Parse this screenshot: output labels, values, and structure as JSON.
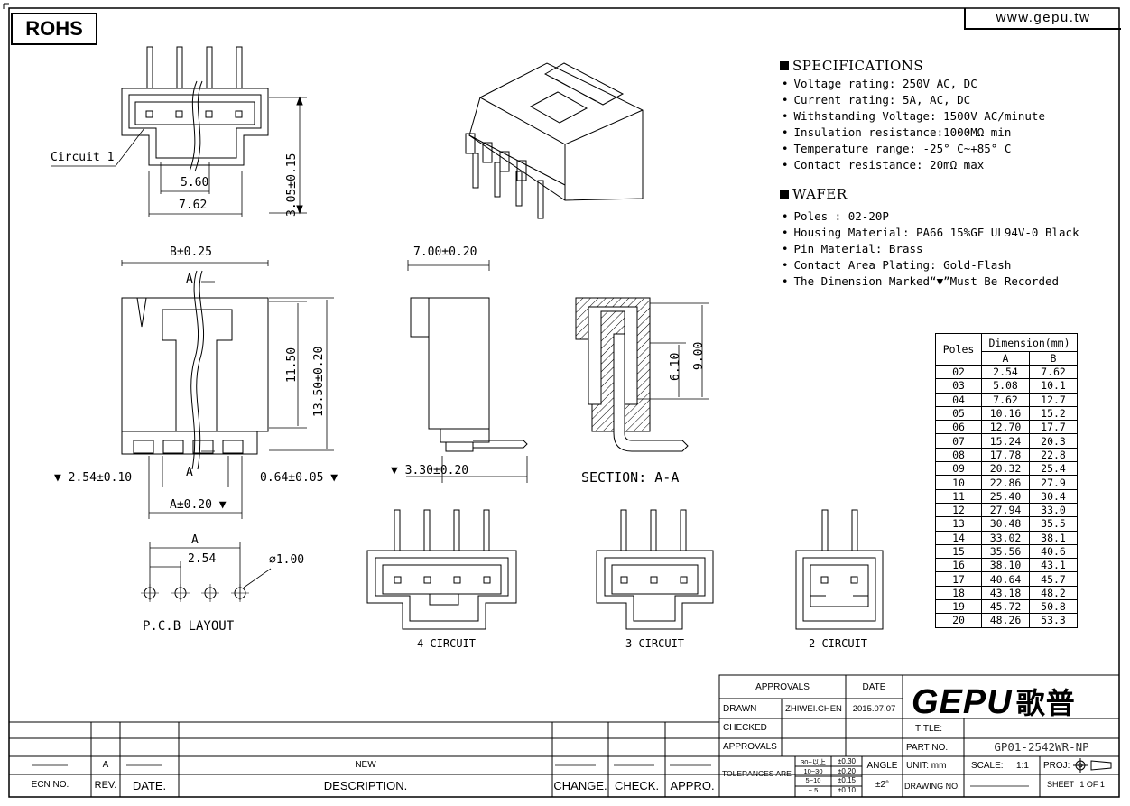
{
  "header": {
    "rohs": "ROHS",
    "website": "www.gepu.tw"
  },
  "specifications": {
    "title": "SPECIFICATIONS",
    "items": [
      "Voltage rating: 250V AC, DC",
      "Current rating: 5A, AC, DC",
      "Withstanding Voltage: 1500V AC/minute",
      "Insulation resistance:1000MΩ min",
      "Temperature range: -25° C~+85° C",
      "Contact resistance: 20mΩ max"
    ]
  },
  "wafer": {
    "title": "WAFER",
    "items": [
      "Poles : 02-20P",
      "Housing Material: PA66 15%GF UL94V-0 Black",
      "Pin Material: Brass",
      "Contact Area Plating: Gold-Flash",
      "The Dimension Marked“▼”Must Be Recorded"
    ]
  },
  "drawing": {
    "circuit1": "Circuit 1",
    "d560": "5.60",
    "d762": "7.62",
    "d305": "3.05±0.15",
    "dB": "B±0.25",
    "secA1": "A",
    "secA2": "A",
    "d1150": "11.50",
    "d1350": "13.50±0.20",
    "d254pitch": "▼ 2.54±0.10",
    "d064": "0.64±0.05 ▼",
    "dA020": "A±0.20 ▼",
    "d700": "7.00±0.20",
    "d330": "▼ 3.30±0.20",
    "d610": "6.10",
    "d900": "9.00",
    "section": "SECTION: A-A",
    "pcbA": "A",
    "pcb254": "2.54",
    "pcbHole": "⌀1.00",
    "pcbTitle": "P.C.B  LAYOUT",
    "c4": "4 CIRCUIT",
    "c3": "3 CIRCUIT",
    "c2": "2 CIRCUIT"
  },
  "dimension_table": {
    "col_poles": "Poles",
    "col_dim": "Dimension(mm)",
    "col_a": "A",
    "col_b": "B",
    "rows": [
      [
        "02",
        "2.54",
        "7.62"
      ],
      [
        "03",
        "5.08",
        "10.1"
      ],
      [
        "04",
        "7.62",
        "12.7"
      ],
      [
        "05",
        "10.16",
        "15.2"
      ],
      [
        "06",
        "12.70",
        "17.7"
      ],
      [
        "07",
        "15.24",
        "20.3"
      ],
      [
        "08",
        "17.78",
        "22.8"
      ],
      [
        "09",
        "20.32",
        "25.4"
      ],
      [
        "10",
        "22.86",
        "27.9"
      ],
      [
        "11",
        "25.40",
        "30.4"
      ],
      [
        "12",
        "27.94",
        "33.0"
      ],
      [
        "13",
        "30.48",
        "35.5"
      ],
      [
        "14",
        "33.02",
        "38.1"
      ],
      [
        "15",
        "35.56",
        "40.6"
      ],
      [
        "16",
        "38.10",
        "43.1"
      ],
      [
        "17",
        "40.64",
        "45.7"
      ],
      [
        "18",
        "43.18",
        "48.2"
      ],
      [
        "19",
        "45.72",
        "50.8"
      ],
      [
        "20",
        "48.26",
        "53.3"
      ]
    ]
  },
  "revision_block": {
    "row_a_rev": "A",
    "new": "NEW",
    "ecn": "ECN NO.",
    "rev": "REV.",
    "date": "DATE.",
    "description": "DESCRIPTION.",
    "change": "CHANGE.",
    "check": "CHECK.",
    "appro": "APPRO."
  },
  "title_block": {
    "approvals_header": "APPROVALS",
    "date_header": "DATE",
    "drawn": "DRAWN",
    "drawn_by": "ZHIWEI.CHEN",
    "drawn_date": "2015.07.07",
    "checked": "CHECKED",
    "approvals": "APPROVALS",
    "tolerances": "TOLERANCES ARE",
    "tol_r1a": "30~以上",
    "tol_r1b": "±0.30",
    "tol_r2a": "10~30",
    "tol_r2b": "±0.20",
    "tol_r3a": "5~10",
    "tol_r3b": "±0.15",
    "tol_r4a": "~ 5",
    "tol_r4b": "±0.10",
    "angle": "ANGLE",
    "angle_val": "±2°",
    "logo": "GEPU",
    "logo_cn": "歌普",
    "title_label": "TITLE:",
    "part_no_label": "PART NO.",
    "part_no": "GP01-2542WR-NP",
    "unit_label": "UNIT: mm",
    "scale_label": "SCALE:",
    "scale": "1:1",
    "proj_label": "PROJ:",
    "drawing_no": "DRAWING NO.",
    "sheet": "SHEET",
    "sheet_val": "1 OF 1"
  }
}
